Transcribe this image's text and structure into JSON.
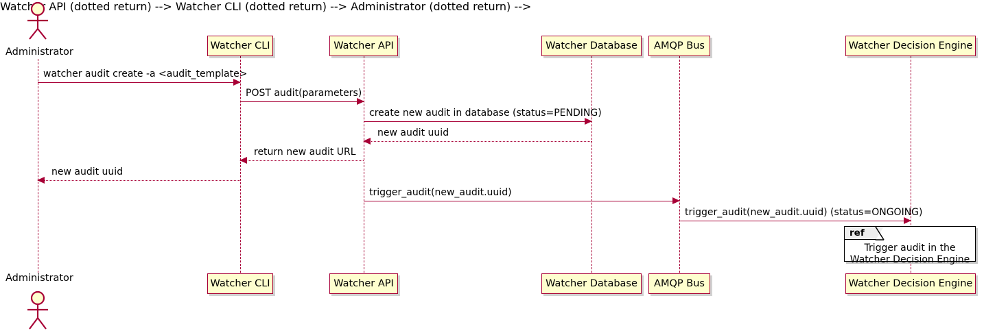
{
  "diagram": {
    "kind": "sequence-diagram",
    "colors": {
      "participant_fill": "#FEFECE",
      "participant_border": "#A80036",
      "lifeline": "#A80036",
      "arrow": "#A80036",
      "actor_head_fill": "#FEFECE",
      "ref_border": "#000000",
      "ref_fill": "#FFFFFF",
      "ref_tag_fill": "#EEEEEE",
      "background": "#FFFFFF"
    },
    "participants": [
      {
        "id": "administrator",
        "label": "Administrator",
        "type": "actor"
      },
      {
        "id": "watcher-cli",
        "label": "Watcher CLI",
        "type": "participant"
      },
      {
        "id": "watcher-api",
        "label": "Watcher API",
        "type": "participant"
      },
      {
        "id": "watcher-db",
        "label": "Watcher Database",
        "type": "participant"
      },
      {
        "id": "amqp-bus",
        "label": "AMQP Bus",
        "type": "participant"
      },
      {
        "id": "decision-engine",
        "label": "Watcher Decision Engine",
        "type": "participant"
      }
    ],
    "messages": [
      {
        "from": "administrator",
        "to": "watcher-cli",
        "label": "watcher audit create -a <audit_template>",
        "style": "solid"
      },
      {
        "from": "watcher-cli",
        "to": "watcher-api",
        "label": "POST audit(parameters)",
        "style": "solid"
      },
      {
        "from": "watcher-api",
        "to": "watcher-db",
        "label": "create new audit in database (status=PENDING)",
        "style": "solid"
      },
      {
        "from": "watcher-db",
        "to": "watcher-api",
        "label": "new audit uuid",
        "style": "dotted"
      },
      {
        "from": "watcher-api",
        "to": "watcher-cli",
        "label": "return new audit URL",
        "style": "dotted"
      },
      {
        "from": "watcher-cli",
        "to": "administrator",
        "label": "new audit uuid",
        "style": "dotted"
      },
      {
        "from": "watcher-api",
        "to": "amqp-bus",
        "label": "trigger_audit(new_audit.uuid)",
        "style": "solid"
      },
      {
        "from": "amqp-bus",
        "to": "decision-engine",
        "label": "trigger_audit(new_audit.uuid) (status=ONGOING)",
        "style": "solid"
      }
    ],
    "ref_fragment": {
      "tag": "ref",
      "line1": "Trigger audit in the",
      "line2": "Watcher Decision Engine"
    }
  }
}
